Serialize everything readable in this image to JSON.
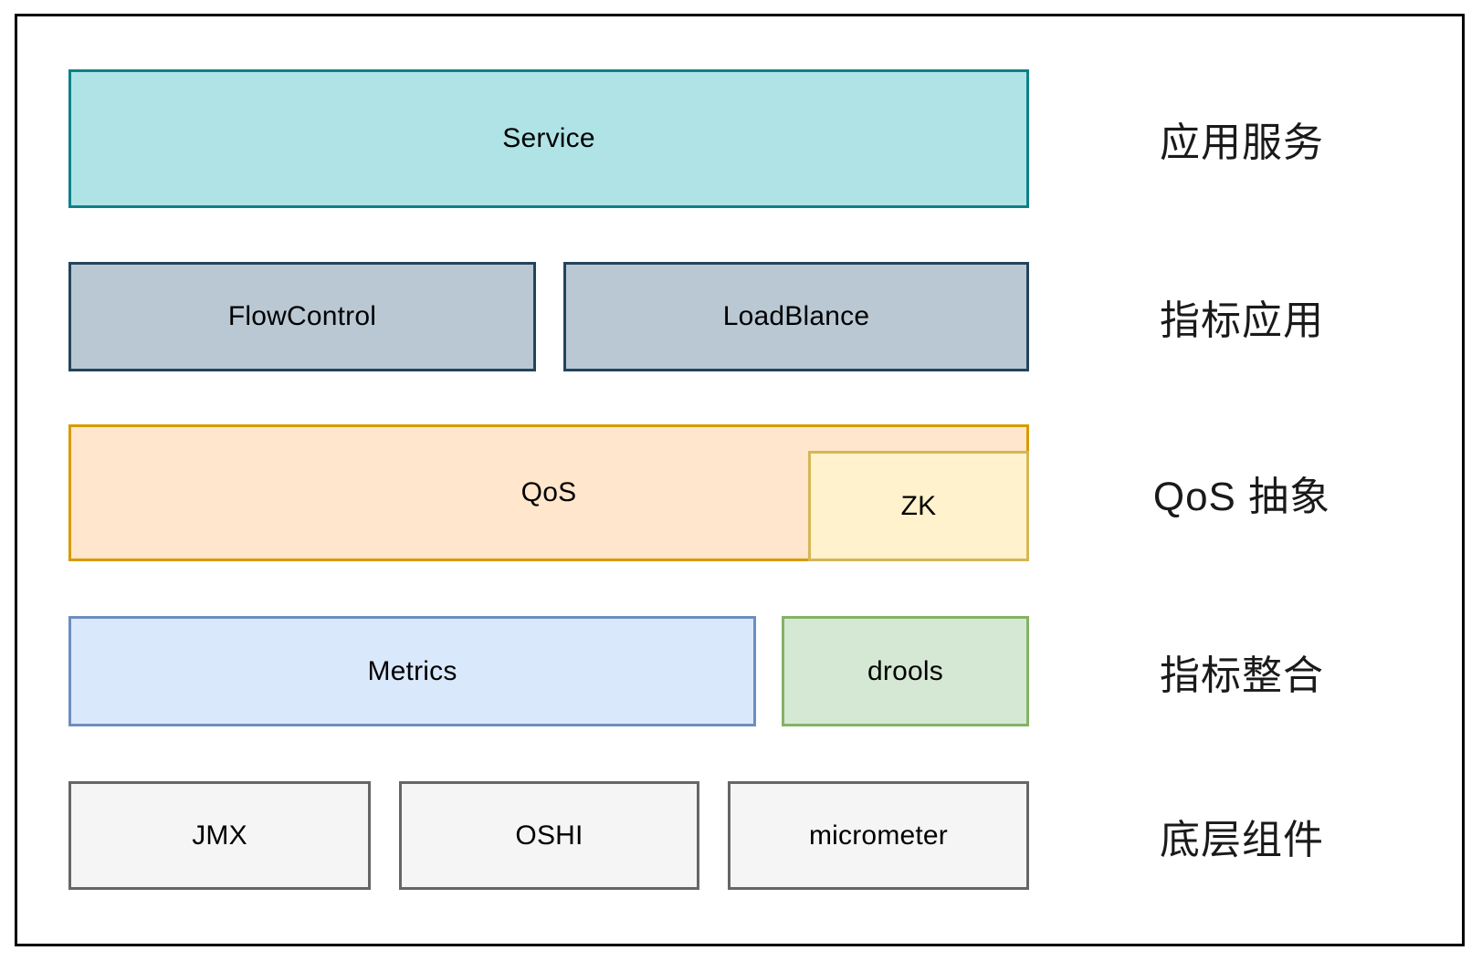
{
  "rows": [
    {
      "label": "应用服务",
      "boxes": [
        {
          "text": "Service"
        }
      ]
    },
    {
      "label": "指标应用",
      "boxes": [
        {
          "text": "FlowControl"
        },
        {
          "text": "LoadBlance"
        }
      ]
    },
    {
      "label": "QoS 抽象",
      "boxes": [
        {
          "text": "QoS"
        },
        {
          "text": "ZK"
        }
      ]
    },
    {
      "label": "指标整合",
      "boxes": [
        {
          "text": "Metrics"
        },
        {
          "text": "drools"
        }
      ]
    },
    {
      "label": "底层组件",
      "boxes": [
        {
          "text": "JMX"
        },
        {
          "text": "OSHI"
        },
        {
          "text": "micrometer"
        }
      ]
    }
  ],
  "colors": {
    "service_fill": "#b0e3e5",
    "service_stroke": "#0e8088",
    "flow_fill": "#bac8d3",
    "flow_stroke": "#23445d",
    "qos_fill": "#ffe6cc",
    "qos_stroke": "#d79b00",
    "zk_fill": "#fff2cc",
    "zk_stroke": "#d6b656",
    "metrics_fill": "#dae8fc",
    "metrics_stroke": "#6c8ebf",
    "drools_fill": "#d5e8d4",
    "drools_stroke": "#82b366",
    "base_fill": "#f5f5f5",
    "base_stroke": "#666666",
    "box_text": "#000000",
    "row_label_text": "#1a1a1a",
    "frame_border": "#000000",
    "background": "#ffffff"
  }
}
